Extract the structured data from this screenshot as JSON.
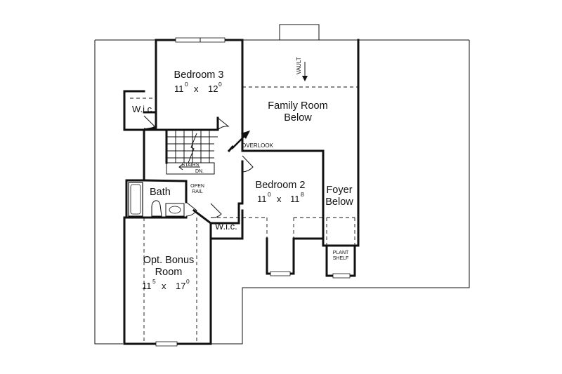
{
  "plan": {
    "rooms": {
      "bedroom3": {
        "name": "Bedroom 3",
        "w": "11",
        "w_in": "0",
        "x": "x",
        "l": "12",
        "l_in": "0"
      },
      "bedroom2": {
        "name": "Bedroom 2",
        "w": "11",
        "w_in": "0",
        "x": "x",
        "l": "11",
        "l_in": "8"
      },
      "bonus": {
        "name_line1": "Opt. Bonus",
        "name_line2": "Room",
        "w": "11",
        "w_in": "5",
        "x": "x",
        "l": "17",
        "l_in": "0"
      },
      "family": {
        "name_line1": "Family Room",
        "name_line2": "Below"
      },
      "foyer": {
        "name_line1": "Foyer",
        "name_line2": "Below"
      },
      "bath": {
        "name": "Bath"
      }
    },
    "labels": {
      "wic": "W.i.c.",
      "vault": "VAULT",
      "overlook": "OVERLOOK",
      "stairs": "STAIRS",
      "dn": "DN.",
      "open": "OPEN",
      "rail": "RAIL",
      "plant": "PLANT",
      "shelf": "SHELF"
    }
  }
}
